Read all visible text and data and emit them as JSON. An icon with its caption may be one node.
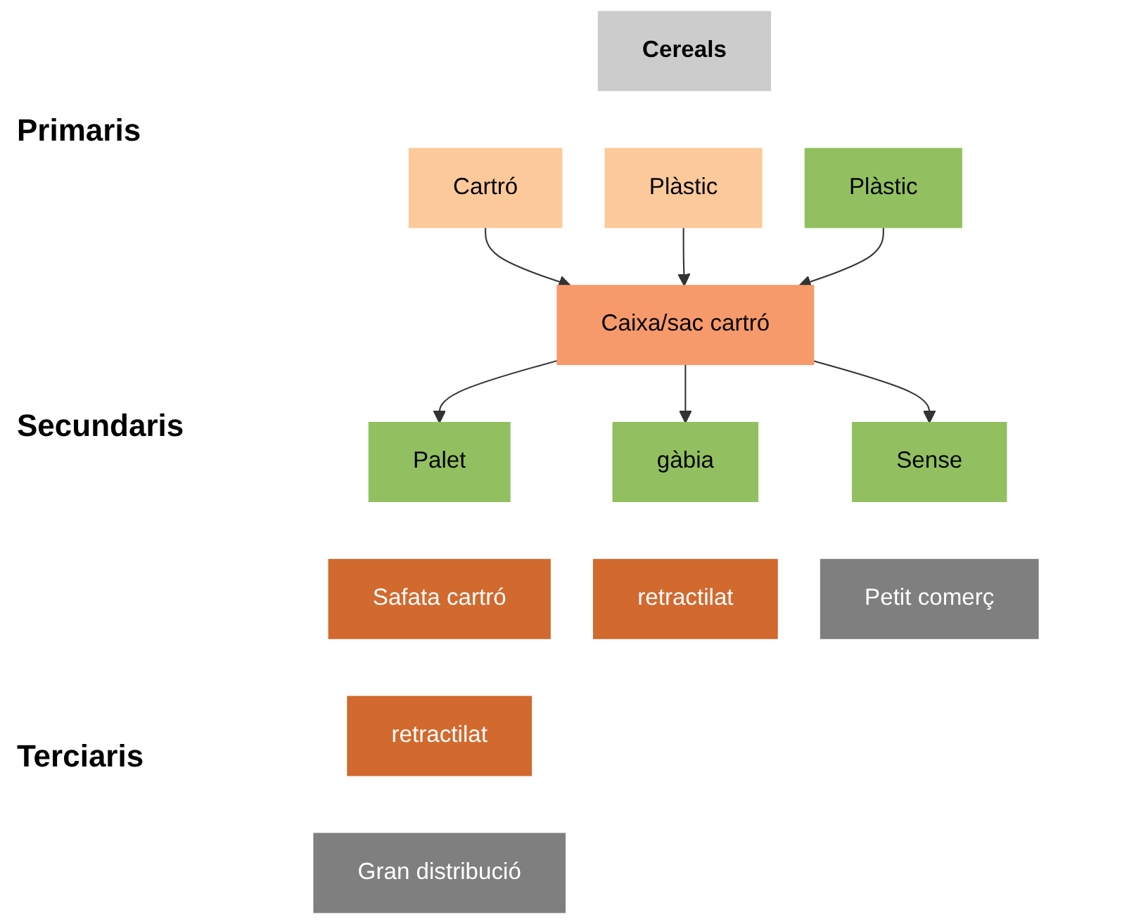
{
  "diagram": {
    "nodes": [
      {
        "text": [
          "Cereals"
        ]
      },
      {
        "text": [
          "Cartró"
        ]
      },
      {
        "text": [
          "Plàstic"
        ]
      },
      {
        "text": [
          "Plàstic"
        ]
      },
      {
        "text": [
          "Caixa/sac cartró"
        ]
      },
      {
        "text": [
          "Sense"
        ]
      },
      {
        "text": [
          "Palet"
        ]
      },
      {
        "text": [
          "Safata cartró"
        ]
      },
      {
        "text": [
          "retractilat"
        ]
      },
      {
        "text": [
          "gàbia"
        ]
      },
      {
        "text": [
          "retractilat"
        ]
      },
      {
        "text": [
          "Petit comerç"
        ]
      },
      {
        "text": [
          "Gran distribució"
        ]
      }
    ],
    "edges": [
      {
        "from": 1,
        "to": 4,
        "arrow": "to"
      },
      {
        "from": 2,
        "to": 4,
        "arrow": "to"
      },
      {
        "from": 3,
        "to": 4,
        "arrow": "to"
      },
      {
        "from": 4,
        "to": 5,
        "arrow": "to"
      },
      {
        "from": 4,
        "to": 6,
        "arrow": "to"
      },
      {
        "from": 4,
        "to": 9,
        "arrow": "to"
      }
    ],
    "labels": [
      "Primaris",
      "Secundaris",
      "Terciaris"
    ]
  }
}
